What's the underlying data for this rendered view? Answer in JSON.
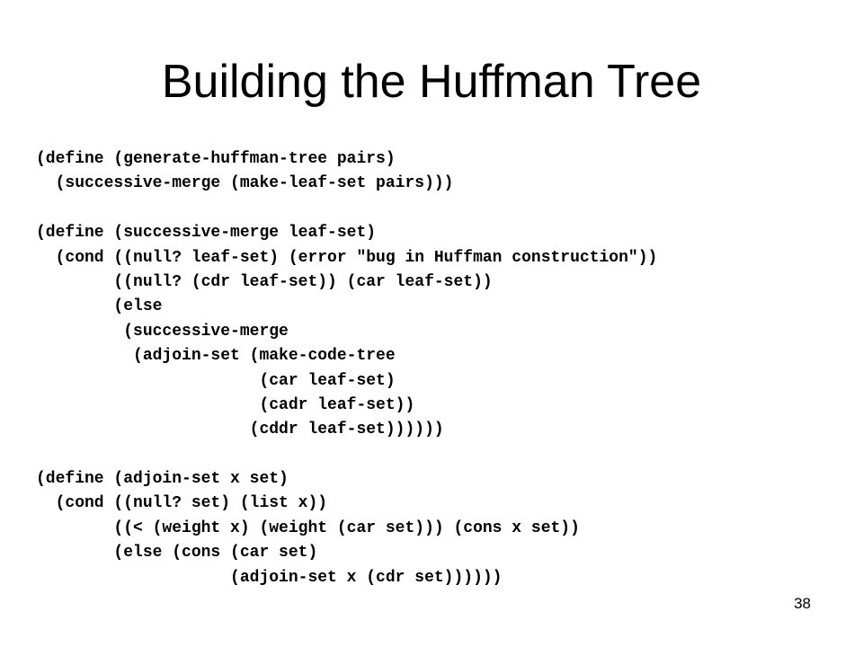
{
  "slide": {
    "title": "Building the Huffman Tree",
    "code_lines": [
      "(define (generate-huffman-tree pairs)",
      "  (successive-merge (make-leaf-set pairs)))",
      "",
      "(define (successive-merge leaf-set)",
      "  (cond ((null? leaf-set) (error \"bug in Huffman construction\"))",
      "        ((null? (cdr leaf-set)) (car leaf-set))",
      "        (else",
      "         (successive-merge",
      "          (adjoin-set (make-code-tree",
      "                       (car leaf-set)",
      "                       (cadr leaf-set))",
      "                      (cddr leaf-set))))))",
      "",
      "(define (adjoin-set x set)",
      "  (cond ((null? set) (list x))",
      "        ((< (weight x) (weight (car set))) (cons x set))",
      "        (else (cons (car set)",
      "                    (adjoin-set x (cdr set))))))"
    ],
    "page_number": "38"
  }
}
